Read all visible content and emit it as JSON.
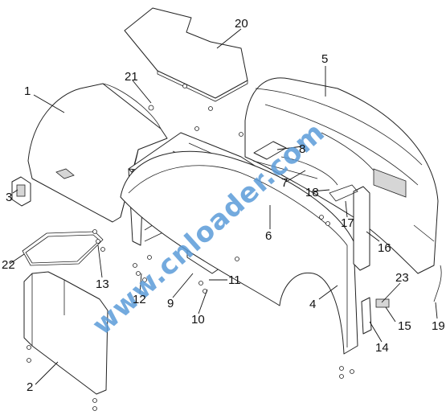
{
  "diagram": {
    "callouts": [
      {
        "id": "1",
        "label": "1"
      },
      {
        "id": "2",
        "label": "2"
      },
      {
        "id": "3",
        "label": "3"
      },
      {
        "id": "4",
        "label": "4"
      },
      {
        "id": "5",
        "label": "5"
      },
      {
        "id": "6",
        "label": "6"
      },
      {
        "id": "7",
        "label": "7"
      },
      {
        "id": "8",
        "label": "8"
      },
      {
        "id": "9",
        "label": "9"
      },
      {
        "id": "10",
        "label": "10"
      },
      {
        "id": "11",
        "label": "11"
      },
      {
        "id": "12",
        "label": "12"
      },
      {
        "id": "13",
        "label": "13"
      },
      {
        "id": "14",
        "label": "14"
      },
      {
        "id": "15",
        "label": "15"
      },
      {
        "id": "16",
        "label": "16"
      },
      {
        "id": "17",
        "label": "17"
      },
      {
        "id": "18",
        "label": "18"
      },
      {
        "id": "19",
        "label": "19"
      },
      {
        "id": "20",
        "label": "20"
      },
      {
        "id": "21",
        "label": "21"
      },
      {
        "id": "22",
        "label": "22"
      },
      {
        "id": "23",
        "label": "23"
      }
    ],
    "watermark": "www.cnloader.com",
    "colors": {
      "line": "#222222",
      "watermark": "#5a9bd8",
      "background": "#ffffff"
    }
  }
}
